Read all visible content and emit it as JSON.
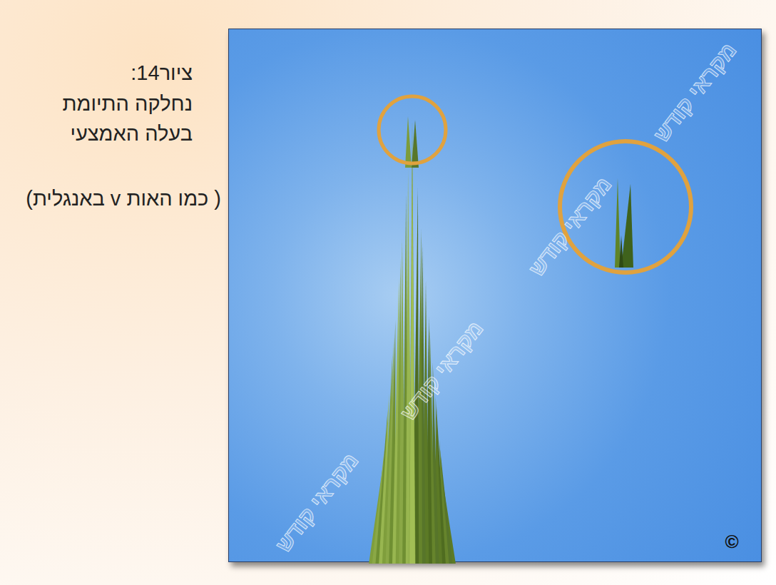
{
  "diagram": {
    "title": "ציור14:",
    "labels": [
      "נחלקה התיומת",
      "בעלה האמצעי",
      "( כמו האות v באנגלית)",
      "מקראי קודש",
      "מקראי קודש",
      "מקראי קודש",
      "מקראי קודש",
      "©"
    ]
  }
}
